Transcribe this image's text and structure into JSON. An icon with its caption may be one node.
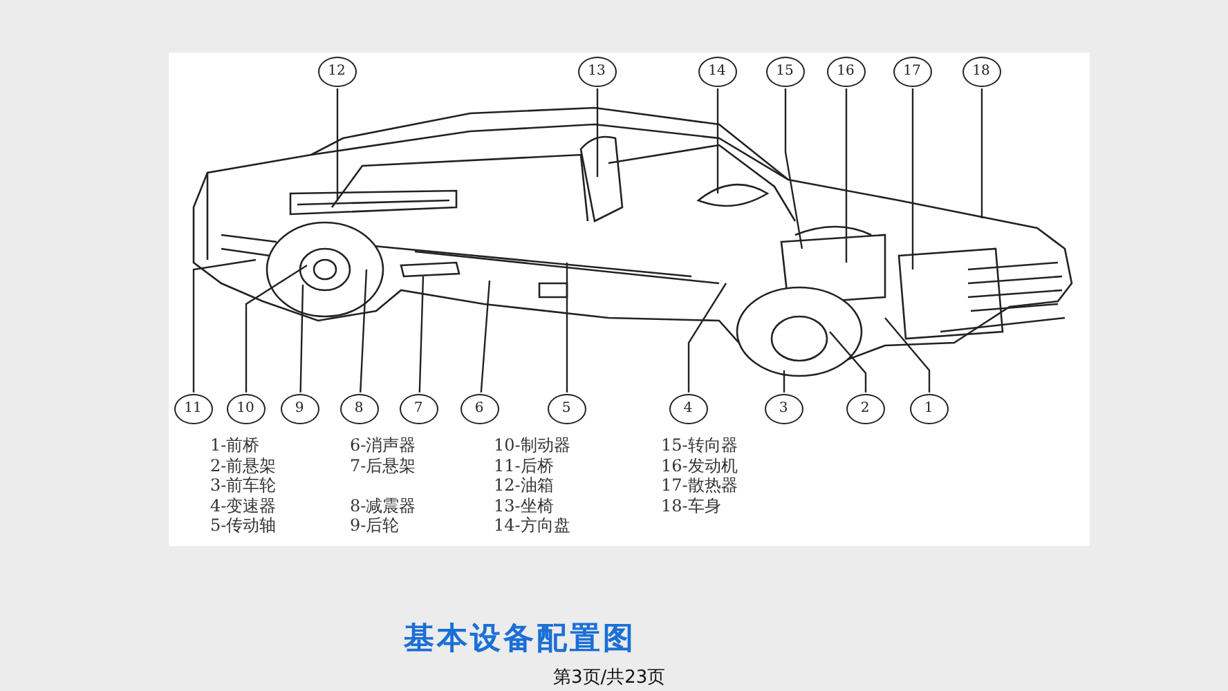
{
  "diagram": {
    "caption": "基本设备配置图",
    "nodes": [
      {
        "text": [
          "1"
        ]
      },
      {
        "text": [
          "2"
        ]
      },
      {
        "text": [
          "3"
        ]
      },
      {
        "text": [
          "4"
        ]
      },
      {
        "text": [
          "5"
        ]
      },
      {
        "text": [
          "6"
        ]
      },
      {
        "text": [
          "7"
        ]
      },
      {
        "text": [
          "8"
        ]
      },
      {
        "text": [
          "9"
        ]
      },
      {
        "text": [
          "10"
        ]
      },
      {
        "text": [
          "11"
        ]
      },
      {
        "text": [
          "12"
        ]
      },
      {
        "text": [
          "13"
        ]
      },
      {
        "text": [
          "14"
        ]
      },
      {
        "text": [
          "15"
        ]
      },
      {
        "text": [
          "16"
        ]
      },
      {
        "text": [
          "17"
        ]
      },
      {
        "text": [
          "18"
        ]
      }
    ],
    "edges": [
      {
        "from": 0,
        "to": null,
        "arrow": "none"
      },
      {
        "from": 1,
        "to": null,
        "arrow": "none"
      },
      {
        "from": 2,
        "to": null,
        "arrow": "none"
      },
      {
        "from": 3,
        "to": null,
        "arrow": "none"
      },
      {
        "from": 4,
        "to": null,
        "arrow": "none"
      },
      {
        "from": 5,
        "to": null,
        "arrow": "none"
      },
      {
        "from": 6,
        "to": null,
        "arrow": "none"
      },
      {
        "from": 7,
        "to": null,
        "arrow": "none"
      },
      {
        "from": 8,
        "to": null,
        "arrow": "none"
      },
      {
        "from": 9,
        "to": null,
        "arrow": "none"
      },
      {
        "from": 10,
        "to": null,
        "arrow": "none"
      },
      {
        "from": 11,
        "to": null,
        "arrow": "none"
      },
      {
        "from": 12,
        "to": null,
        "arrow": "none"
      },
      {
        "from": 13,
        "to": null,
        "arrow": "none"
      },
      {
        "from": 14,
        "to": null,
        "arrow": "none"
      },
      {
        "from": 15,
        "to": null,
        "arrow": "none"
      },
      {
        "from": 16,
        "to": null,
        "arrow": "none"
      },
      {
        "from": 17,
        "to": null,
        "arrow": "none"
      }
    ],
    "labels": [
      "1-前桥",
      "6-消声器",
      "10-制动器",
      "15-转向器",
      "2-前悬架",
      "7-后悬架",
      "11-后桥",
      "16-发动机",
      "3-前车轮",
      "12-油箱",
      "17-散热器",
      "4-变速器",
      "8-减震器",
      "13-坐椅",
      "18-车身",
      "5-传动轴",
      "9-后轮",
      "14-方向盘",
      "第3页/共23页"
    ]
  }
}
